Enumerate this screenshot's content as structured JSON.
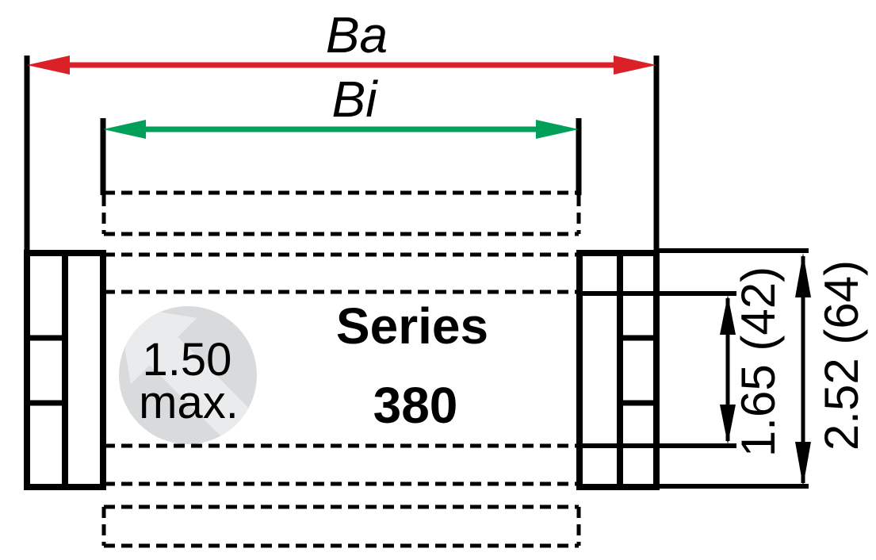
{
  "diagram": {
    "series_title": {
      "line1": "Series",
      "line2": "380"
    },
    "dimensions": {
      "outer_width": {
        "label": "Ba"
      },
      "inner_width": {
        "label": "Bi"
      },
      "inner_height": {
        "label": "1.65 (42)"
      },
      "outer_height": {
        "label": "2.52 (64)"
      }
    },
    "watermark": {
      "value": "1.50",
      "qualifier": "max."
    }
  },
  "colors": {
    "outer_width_red": "#da2128",
    "inner_width_green": "#00a05a",
    "line_black": "#000000",
    "watermark_circle_gray": "#d8dadc",
    "watermark_arrow_gray": "#e9ebed"
  }
}
